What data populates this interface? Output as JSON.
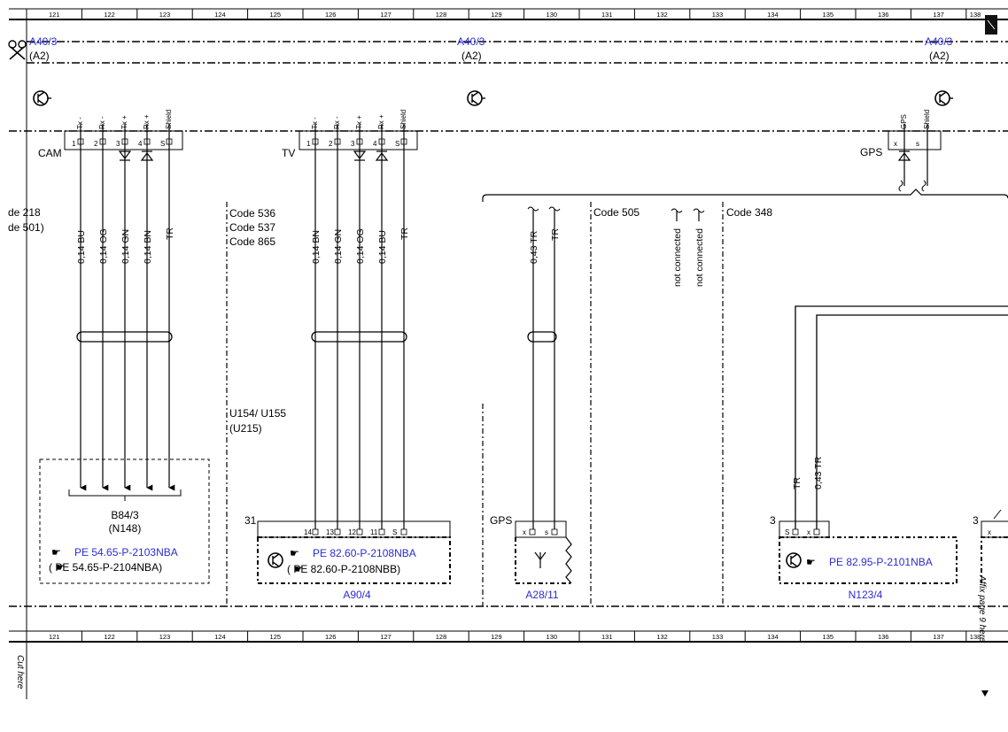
{
  "ruler": {
    "columns": [
      "121",
      "122",
      "123",
      "124",
      "125",
      "126",
      "127",
      "128",
      "129",
      "130",
      "131",
      "132",
      "133",
      "134",
      "135",
      "136",
      "137"
    ],
    "edge_label": "138"
  },
  "margin": {
    "cut_here": "Cut here",
    "affix": "Affix page 9 here"
  },
  "connector": {
    "name": "A40/3",
    "sub": "(A2)",
    "instances": [
      {
        "label": "A40/3",
        "sub": "(A2)"
      },
      {
        "label": "A40/3",
        "sub": "(A2)"
      },
      {
        "label": "A40/3",
        "sub": "(A2)"
      }
    ]
  },
  "cam": {
    "label": "CAM",
    "pins": [
      "1",
      "2",
      "3",
      "4",
      "S"
    ],
    "signals": [
      "Tx -",
      "Rx -",
      "Tx +",
      "Rx +",
      "Shield"
    ],
    "wires": [
      "0,14 BU",
      "0,14 OG",
      "0,14 GN",
      "0,14 BN",
      "TR"
    ]
  },
  "tv": {
    "label": "TV",
    "pins": [
      "1",
      "2",
      "3",
      "4",
      "S"
    ],
    "signals": [
      "Tx -",
      "Rx -",
      "Tx +",
      "Rx +",
      "Shield"
    ],
    "wires": [
      "0,14 BN",
      "0,14 GN",
      "0,14 OG",
      "0,14 BU",
      "TR"
    ]
  },
  "gps": {
    "label": "GPS",
    "pins": [
      "x",
      "s"
    ],
    "signals": [
      "GPS",
      "Shield"
    ]
  },
  "codes": {
    "left_partial": [
      "de 218",
      "de 501)"
    ],
    "group_536": [
      "Code 536",
      "Code 537",
      "Code 865"
    ],
    "code_505": "Code 505",
    "code_348": "Code 348",
    "u154": "U154/ U155",
    "u215": "(U215)"
  },
  "a28_wires": [
    "0,43 TR",
    "TR"
  ],
  "not_connected": [
    "not connected",
    "not connected"
  ],
  "n123_wires": [
    "TR",
    "0,43 TR"
  ],
  "b84": {
    "name": "B84/3",
    "sub": "(N148)",
    "ref1": "PE 54.65-P-2103NBA",
    "ref2": "(  PE 54.65-P-2104NBA)"
  },
  "a90": {
    "connector": "31",
    "pins": [
      "14",
      "13",
      "12",
      "11",
      "S"
    ],
    "ref1": "PE 82.60-P-2108NBA",
    "ref2": "(  PE 82.60-P-2108NBB)",
    "name": "A90/4"
  },
  "a28": {
    "conn_label": "GPS",
    "pins": [
      "x",
      "s"
    ],
    "name": "A28/11"
  },
  "n123": {
    "connector": "3",
    "pins": [
      "S",
      "x"
    ],
    "ref": "PE 82.95-P-2101NBA",
    "name": "N123/4"
  },
  "right_partial": {
    "connector": "3",
    "pin": "x"
  },
  "colors": {
    "link": "#2b2bd6",
    "line": "#000000"
  }
}
